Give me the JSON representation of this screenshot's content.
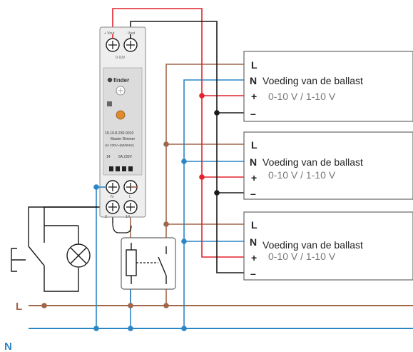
{
  "colors": {
    "live": "#a0664a",
    "neutral": "#2c86c6",
    "red": "#e4222b",
    "black": "#1a1a1a",
    "box_stroke": "#666666"
  },
  "device": {
    "brand": "finder",
    "top_terminal_labels": [
      "+ Vout",
      "- Vout"
    ],
    "output_range": "0-10V",
    "model_text": "15.10.8.230.0010",
    "subtitle": "Master Dimmer",
    "supply": "Un 230V~(50/60Hz)",
    "rating_code": "14",
    "rating": "6A 230V",
    "bottom_labels_top": [
      "N",
      "L"
    ],
    "bottom_labels_bottom": [
      "2",
      "14"
    ]
  },
  "ballasts": [
    {
      "L": "L",
      "N": "N",
      "plus": "+",
      "minus": "–",
      "supply_label": "Voeding van de ballast",
      "range_label": "0-10 V / 1-10 V"
    },
    {
      "L": "L",
      "N": "N",
      "plus": "+",
      "minus": "–",
      "supply_label": "Voeding van de ballast",
      "range_label": "0-10 V / 1-10 V"
    },
    {
      "L": "L",
      "N": "N",
      "plus": "+",
      "minus": "–",
      "supply_label": "Voeding van de ballast",
      "range_label": "0-10 V / 1-10 V"
    }
  ],
  "lines": {
    "L": "L",
    "N": "N"
  }
}
